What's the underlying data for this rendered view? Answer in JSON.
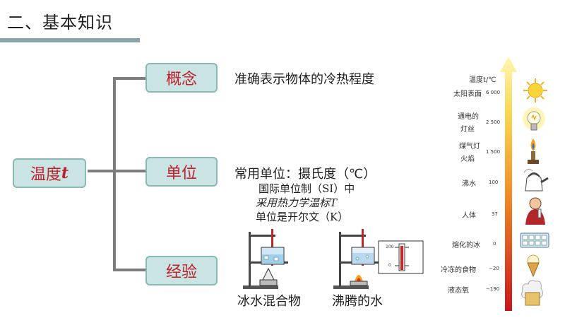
{
  "header": {
    "title": "二、基本知识"
  },
  "concept_map": {
    "root": {
      "label": "温度",
      "symbol": "t"
    },
    "branches": [
      {
        "label": "概念",
        "desc": "准确表示物体的冷热程度"
      },
      {
        "label": "单位",
        "desc": "常用单位：摄氏度（℃）",
        "sub": [
          "国际单位制（SI）中",
          "采用热力学温标T",
          "单位是开尔文（K）"
        ]
      },
      {
        "label": "经验"
      }
    ]
  },
  "experiments": {
    "left_caption": "冰水混合物",
    "right_caption": "沸腾的水",
    "thermo_top": "100",
    "thermo_mid": "0"
  },
  "scale": {
    "title": "温度t/℃",
    "items": [
      {
        "label": "太阳表面",
        "value": "6 000",
        "icon": "sun-icon"
      },
      {
        "label": "通电的",
        "label2": "灯丝",
        "value": "2 500",
        "icon": "light-bulb-icon"
      },
      {
        "label": "煤气灯",
        "label2": "火焰",
        "value": "1 500",
        "icon": "gas-lamp-icon"
      },
      {
        "label": "沸水",
        "value": "100",
        "icon": "kettle-icon"
      },
      {
        "label": "人体",
        "value": "37",
        "icon": "person-icon"
      },
      {
        "label": "熔化的冰",
        "value": "0",
        "icon": "ice-tray-icon"
      },
      {
        "label": "冷冻的食物",
        "value": "−20",
        "icon": "ice-cream-icon"
      },
      {
        "label": "液态氧",
        "value": "−190",
        "icon": "liquid-oxygen-icon"
      }
    ]
  },
  "colors": {
    "box_fill": "#c9e4e2",
    "box_text": "#c0202a",
    "bar": "#8aa3a6",
    "connector": "#7d7d7d"
  }
}
